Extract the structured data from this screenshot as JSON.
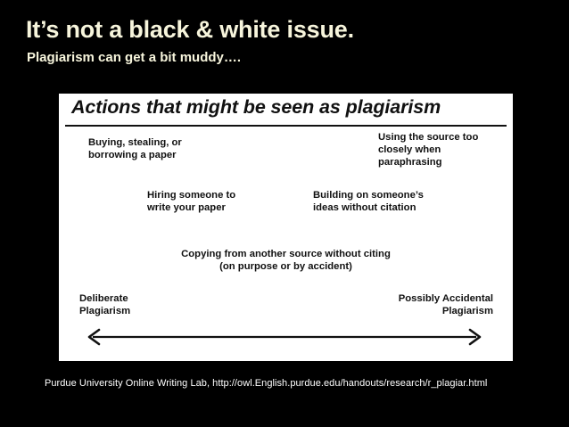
{
  "slide": {
    "title": "It’s not a black & white issue.",
    "subtitle": "Plagiarism can get a bit muddy….",
    "background_color": "#000000",
    "title_color": "#F7F5DC",
    "citation": "Purdue University Online Writing Lab, http://owl.English.purdue.edu/handouts/research/r_plagiar.html",
    "citation_color": "#FFFFFF"
  },
  "figure": {
    "heading": "Actions that might be seen as plagiarism",
    "panel_color": "#FFFFFF",
    "text_color": "#111111",
    "labels": [
      {
        "id": "buying",
        "text_line1": "Buying, stealing, or",
        "text_line2": "borrowing a paper"
      },
      {
        "id": "paraphrase",
        "text_line1": "Using the source too",
        "text_line2": "closely when",
        "text_line3": "paraphrasing"
      },
      {
        "id": "hiring",
        "text_line1": "Hiring someone to",
        "text_line2": "write your paper"
      },
      {
        "id": "building",
        "text_line1": "Building on someone’s",
        "text_line2": "ideas without citation"
      },
      {
        "id": "copying",
        "text_line1": "Copying from another source without citing",
        "text_line2": "(on purpose or by accident)"
      }
    ],
    "spectrum": {
      "left_label_line1": "Deliberate",
      "left_label_line2": "Plagiarism",
      "right_label_line1": "Possibly Accidental",
      "right_label_line2": "Plagiarism",
      "arrow_style": "double-headed-horizontal"
    }
  },
  "chart_data": {
    "type": "scatter",
    "title": "Actions that might be seen as plagiarism",
    "xlabel": "",
    "ylabel": "",
    "axis": {
      "orientation": "horizontal",
      "left_end": "Deliberate Plagiarism",
      "right_end": "Possibly Accidental Plagiarism",
      "grid": false,
      "xlim": [
        0,
        100
      ]
    },
    "legend": "none",
    "annotations": [
      {
        "label": "Buying, stealing, or borrowing a paper",
        "x": 8,
        "y": 80
      },
      {
        "label": "Using the source too closely when paraphrasing",
        "x": 74,
        "y": 86
      },
      {
        "label": "Hiring someone to write your paper",
        "x": 24,
        "y": 55
      },
      {
        "label": "Building on someone’s ideas without citation",
        "x": 60,
        "y": 55
      },
      {
        "label": "Copying from another source without citing (on purpose or by accident)",
        "x": 50,
        "y": 28
      }
    ]
  }
}
